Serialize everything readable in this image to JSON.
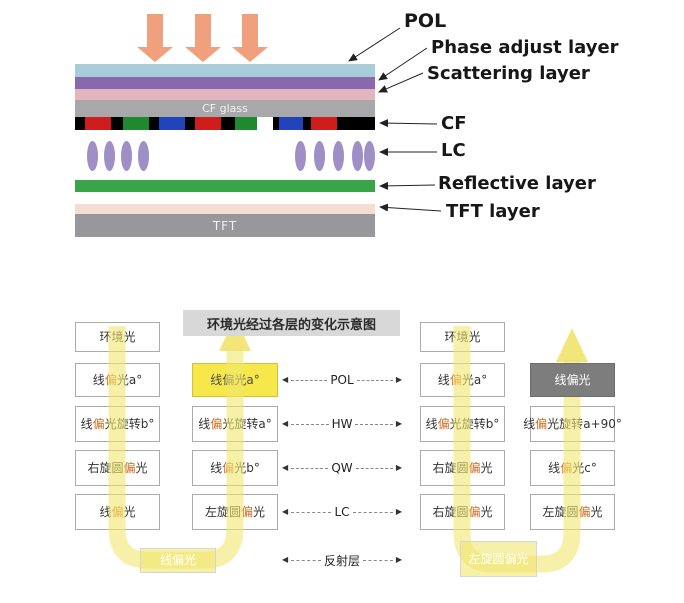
{
  "colors": {
    "arrow_orange": "#f0a07c",
    "path_yellow": "rgba(242,230,110,0.60)",
    "path_yellow_solid": "rgba(240,226,100,0.85)",
    "box_yellow": "#f6e84b",
    "box_gray": "#7d7d7d",
    "layer_pol": "#a7cdda",
    "layer_phase": "#8a68ae",
    "layer_scatter": "#e2b6bf",
    "layer_cf_glass": "#a8a8aa",
    "layer_reflective": "#3aa449",
    "layer_peach": "#f6ddd1",
    "layer_tft": "#97979c",
    "highlight_text": "#d2691e"
  },
  "stack": {
    "cf_glass_label": "CF glass",
    "tft_label": "TFT",
    "labels": [
      "POL",
      "Phase adjust layer",
      "Scattering layer",
      "CF",
      "LC",
      "Reflective layer",
      "TFT layer"
    ],
    "cf_segments": [
      {
        "w": 10,
        "color": "#000000"
      },
      {
        "w": 26,
        "color": "#cf1d1d"
      },
      {
        "w": 12,
        "color": "#000000"
      },
      {
        "w": 26,
        "color": "#1f8a2d"
      },
      {
        "w": 10,
        "color": "#000000"
      },
      {
        "w": 26,
        "color": "#2244bb"
      },
      {
        "w": 10,
        "color": "#000000"
      },
      {
        "w": 26,
        "color": "#cf1d1d"
      },
      {
        "w": 14,
        "color": "#000000"
      },
      {
        "w": 22,
        "color": "#1f8a2d"
      },
      {
        "w": 16,
        "color": "#ffffff"
      },
      {
        "w": 6,
        "color": "#000000"
      },
      {
        "w": 24,
        "color": "#2244bb"
      },
      {
        "w": 8,
        "color": "#000000"
      },
      {
        "w": 26,
        "color": "#cf1d1d"
      },
      {
        "w": 38,
        "color": "#000000"
      }
    ],
    "lc_ellipse_x": [
      12,
      29,
      46,
      63,
      220,
      239,
      258,
      277,
      289
    ]
  },
  "flow": {
    "title": "环境光经过各层的变化示意图",
    "highlight_chars": [
      "偏"
    ],
    "mid_labels": [
      "POL",
      "HW",
      "QW",
      "LC",
      "反射层"
    ],
    "col1": [
      [
        "环境光"
      ],
      [
        "线偏光",
        "a°"
      ],
      [
        "线偏光",
        "旋转b°"
      ],
      [
        "右旋",
        "圆偏光"
      ],
      [
        "线偏光"
      ]
    ],
    "col2": [
      [
        "线偏光",
        "a°"
      ],
      [
        "线偏光",
        "旋转a°"
      ],
      [
        "线偏光",
        "b°"
      ],
      [
        "左旋",
        "圆偏光"
      ]
    ],
    "col3": [
      [
        "环境光"
      ],
      [
        "线偏光",
        "a°"
      ],
      [
        "线偏光",
        "旋转b°"
      ],
      [
        "右旋",
        "圆偏光"
      ],
      [
        "右旋",
        "圆偏光"
      ]
    ],
    "col4": [
      [
        "线偏光"
      ],
      [
        "线偏光",
        "旋转a+90°"
      ],
      [
        "线偏光",
        "c°"
      ],
      [
        "左旋",
        "圆偏光"
      ]
    ],
    "bottom_left": [
      "线偏光"
    ],
    "bottom_right": [
      "左旋",
      "圆偏光"
    ]
  }
}
